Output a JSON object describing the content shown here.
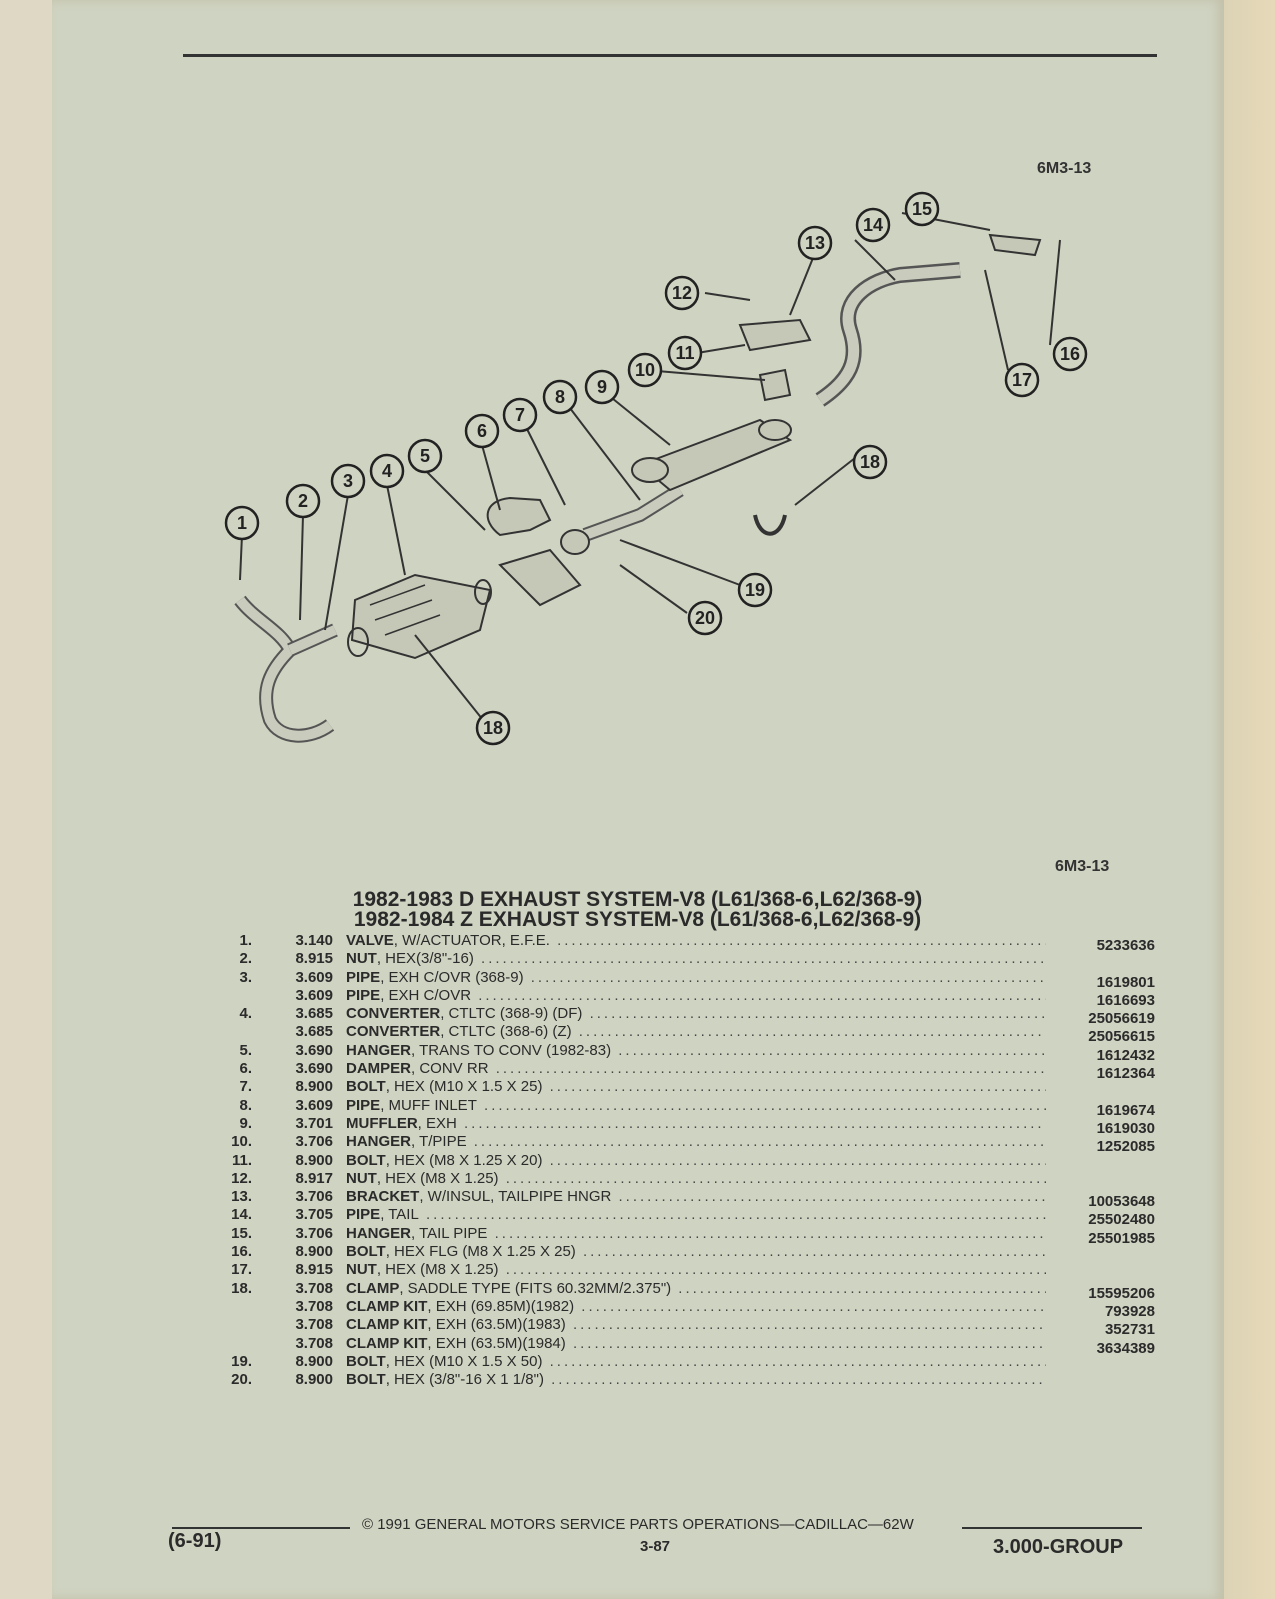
{
  "header": {
    "figure_code_top": "6M3-13",
    "figure_code_bottom": "6M3-13"
  },
  "diagram": {
    "callouts": [
      "1",
      "2",
      "3",
      "4",
      "5",
      "6",
      "7",
      "8",
      "9",
      "10",
      "11",
      "12",
      "13",
      "14",
      "15",
      "16",
      "17",
      "18",
      "18",
      "19",
      "20"
    ]
  },
  "title": {
    "line1": "1982-1983 D EXHAUST SYSTEM-V8 (L61/368-6,L62/368-9)",
    "line2": "1982-1984 Z EXHAUST SYSTEM-V8 (L61/368-6,L62/368-9)"
  },
  "parts": [
    {
      "num": "1.",
      "group": "3.140",
      "name": "VALVE",
      "spec": ", W/ACTUATOR, E.F.E.",
      "pn": "5233636"
    },
    {
      "num": "2.",
      "group": "8.915",
      "name": "NUT",
      "spec": ", HEX(3/8\"-16)",
      "pn": ""
    },
    {
      "num": "3.",
      "group": "3.609",
      "name": "PIPE",
      "spec": ", EXH C/OVR (368-9)",
      "pn": "1619801"
    },
    {
      "num": "",
      "group": "3.609",
      "name": "PIPE",
      "spec": ", EXH C/OVR",
      "pn": "1616693"
    },
    {
      "num": "4.",
      "group": "3.685",
      "name": "CONVERTER",
      "spec": ", CTLTC (368-9) (DF)",
      "pn": "25056619"
    },
    {
      "num": "",
      "group": "3.685",
      "name": "CONVERTER",
      "spec": ", CTLTC (368-6) (Z)",
      "pn": "25056615"
    },
    {
      "num": "5.",
      "group": "3.690",
      "name": "HANGER",
      "spec": ", TRANS TO CONV (1982-83)",
      "pn": "1612432"
    },
    {
      "num": "6.",
      "group": "3.690",
      "name": "DAMPER",
      "spec": ", CONV RR",
      "pn": "1612364"
    },
    {
      "num": "7.",
      "group": "8.900",
      "name": "BOLT",
      "spec": ", HEX (M10 X 1.5 X 25)",
      "pn": ""
    },
    {
      "num": "8.",
      "group": "3.609",
      "name": "PIPE",
      "spec": ", MUFF INLET",
      "pn": "1619674"
    },
    {
      "num": "9.",
      "group": "3.701",
      "name": "MUFFLER",
      "spec": ", EXH",
      "pn": "1619030"
    },
    {
      "num": "10.",
      "group": "3.706",
      "name": "HANGER",
      "spec": ", T/PIPE",
      "pn": "1252085"
    },
    {
      "num": "11.",
      "group": "8.900",
      "name": "BOLT",
      "spec": ", HEX (M8 X 1.25 X 20)",
      "pn": ""
    },
    {
      "num": "12.",
      "group": "8.917",
      "name": "NUT",
      "spec": ", HEX (M8 X 1.25)",
      "pn": ""
    },
    {
      "num": "13.",
      "group": "3.706",
      "name": "BRACKET",
      "spec": ", W/INSUL, TAILPIPE HNGR",
      "pn": "10053648"
    },
    {
      "num": "14.",
      "group": "3.705",
      "name": "PIPE",
      "spec": ", TAIL",
      "pn": "25502480"
    },
    {
      "num": "15.",
      "group": "3.706",
      "name": "HANGER",
      "spec": ", TAIL PIPE",
      "pn": "25501985"
    },
    {
      "num": "16.",
      "group": "8.900",
      "name": "BOLT",
      "spec": ", HEX FLG (M8 X 1.25 X 25)",
      "pn": ""
    },
    {
      "num": "17.",
      "group": "8.915",
      "name": "NUT",
      "spec": ", HEX (M8 X 1.25)",
      "pn": ""
    },
    {
      "num": "18.",
      "group": "3.708",
      "name": "CLAMP",
      "spec": ", SADDLE TYPE (FITS 60.32MM/2.375\")",
      "pn": "15595206"
    },
    {
      "num": "",
      "group": "3.708",
      "name": "CLAMP KIT",
      "spec": ", EXH (69.85M)(1982)",
      "pn": "793928"
    },
    {
      "num": "",
      "group": "3.708",
      "name": "CLAMP KIT",
      "spec": ", EXH (63.5M)(1983)",
      "pn": "352731"
    },
    {
      "num": "",
      "group": "3.708",
      "name": "CLAMP KIT",
      "spec": ", EXH (63.5M)(1984)",
      "pn": "3634389"
    },
    {
      "num": "19.",
      "group": "8.900",
      "name": "BOLT",
      "spec": ", HEX (M10 X 1.5 X 50)",
      "pn": ""
    },
    {
      "num": "20.",
      "group": "8.900",
      "name": "BOLT",
      "spec": ", HEX (3/8\"-16 X 1 1/8\")",
      "pn": ""
    }
  ],
  "footer": {
    "date": "(6-91)",
    "copyright": "©  1991  GENERAL MOTORS SERVICE PARTS OPERATIONS—CADILLAC—62W",
    "page": "3-87",
    "group": "3.000-GROUP"
  }
}
